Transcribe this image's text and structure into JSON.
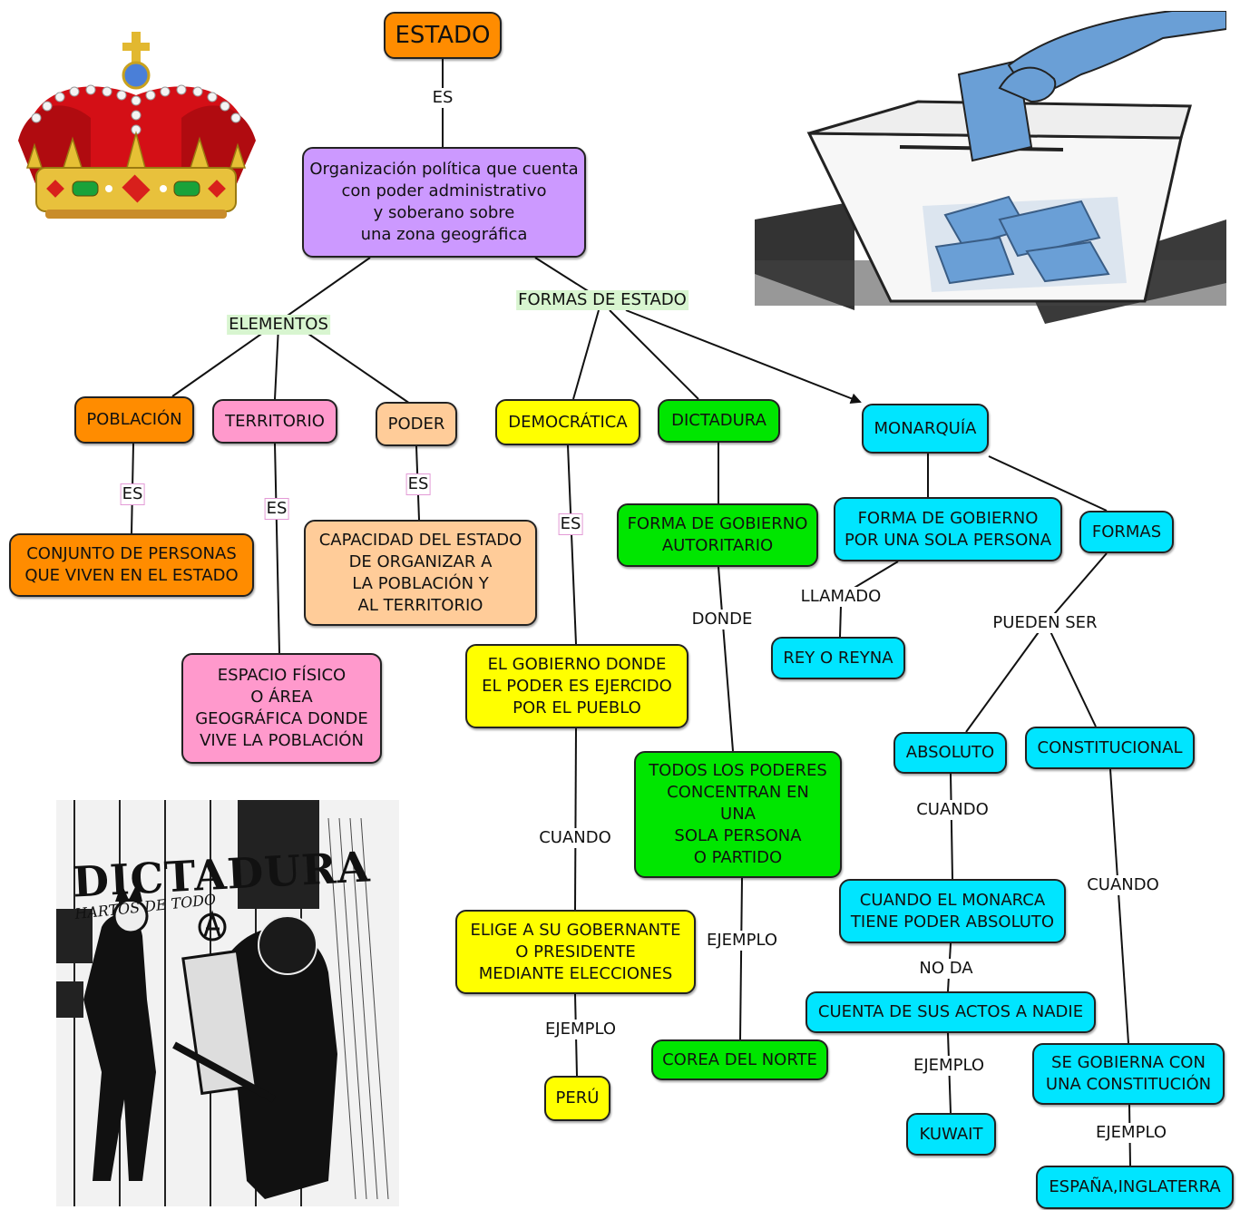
{
  "colors": {
    "orange": "#ff8c00",
    "purple": "#cc99ff",
    "pink": "#ff99cc",
    "peach": "#ffcc99",
    "yellow": "#ffff00",
    "green": "#00e600",
    "cyan": "#00e5ff",
    "relation_highlight": "#d8f5d0"
  },
  "nodes": {
    "estado": "ESTADO",
    "definition": "Organización política que cuenta\ncon poder administrativo\ny soberano sobre\nuna zona geográfica",
    "poblacion": "POBLACIÓN",
    "territorio": "TERRITORIO",
    "poder": "PODER",
    "poblacion_def": "CONJUNTO DE PERSONAS\nQUE VIVEN EN EL ESTADO",
    "territorio_def": "ESPACIO FÍSICO\nO  ÁREA\nGEOGRÁFICA DONDE\nVIVE LA POBLACIÓN",
    "poder_def": "CAPACIDAD DEL ESTADO\nDE ORGANIZAR A\nLA POBLACIÓN Y\nAL TERRITORIO",
    "democratica": "DEMOCRÁTICA",
    "democratica_def": "EL GOBIERNO DONDE\nEL PODER ES EJERCIDO\nPOR EL PUEBLO",
    "democratica_when": "ELIGE A SU GOBERNANTE\nO PRESIDENTE\nMEDIANTE ELECCIONES",
    "peru": "PERÚ",
    "dictadura": "DICTADURA",
    "dictadura_def": "FORMA DE GOBIERNO\nAUTORITARIO",
    "dictadura_where": "TODOS LOS PODERES\nCONCENTRAN EN\nUNA\nSOLA PERSONA\nO PARTIDO",
    "corea": "COREA DEL NORTE",
    "monarquia": "MONARQUÍA",
    "monarquia_def": "FORMA DE GOBIERNO\nPOR UNA SOLA PERSONA",
    "rey": "REY O REYNA",
    "formas": "FORMAS",
    "absoluto": "ABSOLUTO",
    "constitucional": "CONSTITUCIONAL",
    "absoluto_when": "CUANDO EL MONARCA\nTIENE PODER ABSOLUTO",
    "cuenta": "CUENTA DE SUS ACTOS A NADIE",
    "kuwait": "KUWAIT",
    "constitucional_when": "SE GOBIERNA CON\nUNA CONSTITUCIÓN",
    "espana": "ESPAÑA,INGLATERRA"
  },
  "links": {
    "es_top": "ES",
    "elementos": "ELEMENTOS",
    "formas_de_estado": "FORMAS DE ESTADO",
    "es_poblacion": "ES",
    "es_territorio": "ES",
    "es_poder": "ES",
    "es_democratica": "ES",
    "cuando_dem": "CUANDO",
    "ejemplo_dem": "EJEMPLO",
    "donde": "DONDE",
    "ejemplo_dict": "EJEMPLO",
    "llamado": "LLAMADO",
    "pueden_ser": "PUEDEN SER",
    "cuando_abs": "CUANDO",
    "no_da": "NO DA",
    "ejemplo_abs": "EJEMPLO",
    "cuando_const": "CUANDO",
    "ejemplo_const": "EJEMPLO"
  },
  "images": {
    "crown": "crown-illustration",
    "ballot_box": "ballot-box-illustration",
    "dictadura_comic": "dictadura-comic-illustration",
    "comic_title": "DICTADURA",
    "comic_subtitle": "HARTOS DE TODO"
  }
}
